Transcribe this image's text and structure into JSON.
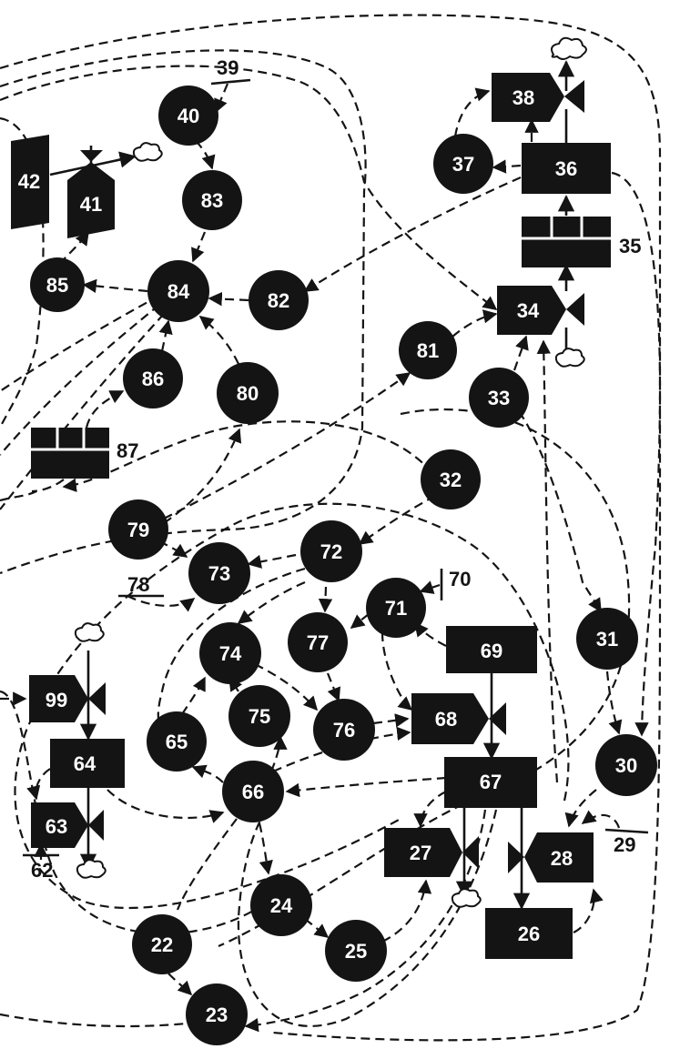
{
  "diagram": {
    "nodes": [
      {
        "id": "22",
        "shape": "circle"
      },
      {
        "id": "23",
        "shape": "circle"
      },
      {
        "id": "24",
        "shape": "circle"
      },
      {
        "id": "25",
        "shape": "circle"
      },
      {
        "id": "26",
        "shape": "rect"
      },
      {
        "id": "27",
        "shape": "tank"
      },
      {
        "id": "28",
        "shape": "tank-left"
      },
      {
        "id": "29",
        "shape": "ext"
      },
      {
        "id": "30",
        "shape": "circle"
      },
      {
        "id": "31",
        "shape": "circle"
      },
      {
        "id": "32",
        "shape": "circle"
      },
      {
        "id": "33",
        "shape": "circle"
      },
      {
        "id": "34",
        "shape": "tank"
      },
      {
        "id": "35",
        "shape": "ext"
      },
      {
        "id": "36",
        "shape": "rect"
      },
      {
        "id": "37",
        "shape": "circle"
      },
      {
        "id": "38",
        "shape": "tank"
      },
      {
        "id": "39",
        "shape": "ext"
      },
      {
        "id": "40",
        "shape": "circle"
      },
      {
        "id": "41",
        "shape": "tower"
      },
      {
        "id": "42",
        "shape": "slab"
      },
      {
        "id": "62",
        "shape": "ext"
      },
      {
        "id": "63",
        "shape": "tank"
      },
      {
        "id": "64",
        "shape": "rect"
      },
      {
        "id": "65",
        "shape": "circle"
      },
      {
        "id": "66",
        "shape": "circle"
      },
      {
        "id": "67",
        "shape": "rect"
      },
      {
        "id": "68",
        "shape": "tank"
      },
      {
        "id": "69",
        "shape": "rect"
      },
      {
        "id": "70",
        "shape": "ext"
      },
      {
        "id": "71",
        "shape": "circle"
      },
      {
        "id": "72",
        "shape": "circle"
      },
      {
        "id": "73",
        "shape": "circle"
      },
      {
        "id": "74",
        "shape": "circle"
      },
      {
        "id": "75",
        "shape": "circle"
      },
      {
        "id": "76",
        "shape": "circle"
      },
      {
        "id": "77",
        "shape": "circle"
      },
      {
        "id": "78",
        "shape": "ext"
      },
      {
        "id": "79",
        "shape": "circle"
      },
      {
        "id": "80",
        "shape": "circle"
      },
      {
        "id": "81",
        "shape": "circle"
      },
      {
        "id": "82",
        "shape": "circle"
      },
      {
        "id": "83",
        "shape": "circle"
      },
      {
        "id": "84",
        "shape": "circle"
      },
      {
        "id": "85",
        "shape": "circle"
      },
      {
        "id": "86",
        "shape": "circle"
      },
      {
        "id": "87",
        "shape": "ext"
      },
      {
        "id": "99",
        "shape": "tank"
      }
    ],
    "links": [
      [
        "39",
        "40",
        "dashed"
      ],
      [
        "40",
        "83",
        "dashed"
      ],
      [
        "83",
        "84",
        "dashed"
      ],
      [
        "84",
        "85",
        "dashed"
      ],
      [
        "85",
        "41",
        "dashed"
      ],
      [
        "82",
        "84",
        "dashed"
      ],
      [
        "86",
        "84",
        "dashed"
      ],
      [
        "80",
        "84",
        "dashed"
      ],
      [
        "87",
        "86",
        "dashed"
      ],
      [
        "36",
        "82",
        "dashed"
      ],
      [
        "37",
        "38",
        "dashed"
      ],
      [
        "36",
        "37",
        "dashed"
      ],
      [
        "36",
        "38",
        "dashed"
      ],
      [
        "35",
        "36",
        "solid"
      ],
      [
        "34",
        "35",
        "solid"
      ],
      [
        "33",
        "34",
        "dashed"
      ],
      [
        "81",
        "34",
        "dashed"
      ],
      [
        "36",
        "30",
        "dashed"
      ],
      [
        "33",
        "31",
        "dashed"
      ],
      [
        "32",
        "72",
        "dashed"
      ],
      [
        "72",
        "73",
        "dashed"
      ],
      [
        "72",
        "77",
        "dashed"
      ],
      [
        "72",
        "74",
        "dashed"
      ],
      [
        "71",
        "77",
        "dashed"
      ],
      [
        "70",
        "71",
        "dashed"
      ],
      [
        "69",
        "71",
        "dashed"
      ],
      [
        "69",
        "67",
        "solid"
      ],
      [
        "67",
        "66",
        "dashed"
      ],
      [
        "77",
        "76",
        "dashed"
      ],
      [
        "74",
        "76",
        "dashed"
      ],
      [
        "75",
        "74",
        "dashed"
      ],
      [
        "65",
        "74",
        "dashed"
      ],
      [
        "66",
        "65",
        "dashed"
      ],
      [
        "66",
        "75",
        "dashed"
      ],
      [
        "66",
        "24",
        "dashed"
      ],
      [
        "24",
        "25",
        "dashed"
      ],
      [
        "25",
        "27",
        "dashed"
      ],
      [
        "67",
        "27",
        "dashed"
      ],
      [
        "67",
        "26",
        "solid"
      ],
      [
        "26",
        "28",
        "dashed"
      ],
      [
        "31",
        "30",
        "dashed"
      ],
      [
        "30",
        "28",
        "dashed"
      ],
      [
        "29",
        "28",
        "dashed"
      ],
      [
        "79",
        "73",
        "dashed"
      ],
      [
        "78",
        "73",
        "dashed"
      ],
      [
        "79",
        "80",
        "dashed"
      ],
      [
        "79",
        "81",
        "dashed"
      ],
      [
        "66",
        "22",
        "dashed"
      ],
      [
        "22",
        "23",
        "dashed"
      ],
      [
        "67",
        "23",
        "dashed"
      ],
      [
        "99",
        "64",
        "solid"
      ],
      [
        "64",
        "63",
        "solid"
      ],
      [
        "64",
        "63",
        "dashed"
      ],
      [
        "62",
        "63",
        "dashed"
      ],
      [
        "64",
        "66",
        "dashed"
      ],
      [
        "76",
        "68",
        "dashed"
      ],
      [
        "66",
        "68",
        "dashed"
      ],
      [
        "67",
        "34",
        "dashed"
      ],
      [
        "42",
        "41",
        "solid"
      ],
      [
        "32",
        "79",
        "dashed"
      ]
    ]
  }
}
